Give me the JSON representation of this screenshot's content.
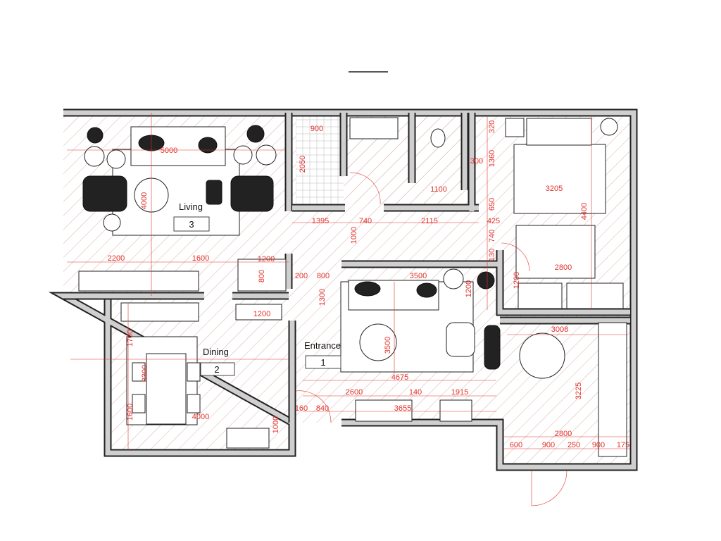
{
  "rooms": {
    "living": {
      "label": "Living",
      "number": "3"
    },
    "dining": {
      "label": "Dining",
      "number": "2"
    },
    "entrance": {
      "label": "Entrance",
      "number": "1"
    }
  },
  "dims": [
    "5000",
    "4000",
    "2200",
    "1600",
    "1200",
    "800",
    "1200",
    "200",
    "800",
    "1300",
    "3500",
    "1200",
    "900",
    "2050",
    "1100",
    "1395",
    "740",
    "2115",
    "1000",
    "320",
    "1360",
    "300",
    "650",
    "425",
    "740",
    "130",
    "3205",
    "4400",
    "2800",
    "1200",
    "3500",
    "4675",
    "2600",
    "140",
    "1915",
    "160",
    "840",
    "3655",
    "3008",
    "3225",
    "2800",
    "600",
    "900",
    "250",
    "900",
    "175",
    "1700",
    "3300",
    "1600",
    "4000",
    "1000"
  ],
  "colors": {
    "dimension": "#e0322c",
    "hatch": "#d8b3aa",
    "wall": "#222222"
  }
}
